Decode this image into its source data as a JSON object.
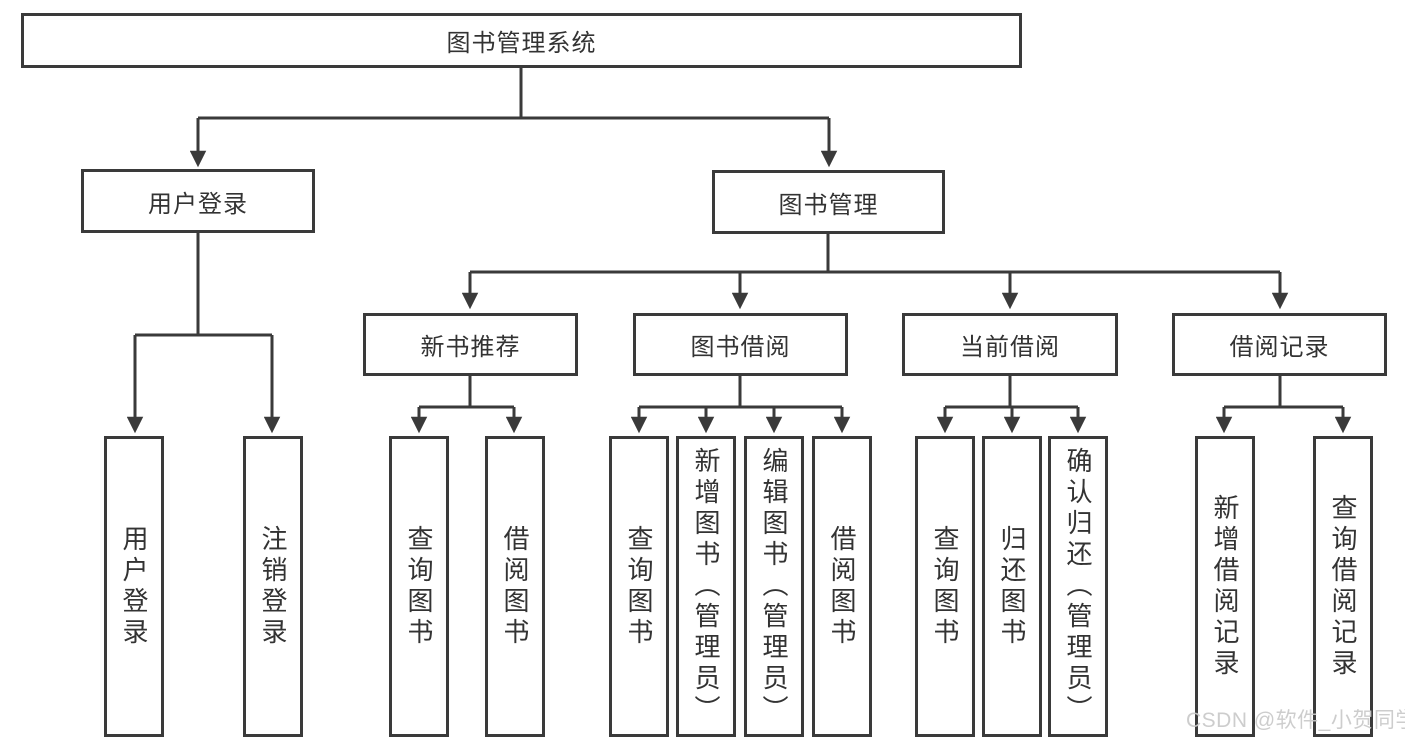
{
  "colors": {
    "line": "#3a3a3a",
    "text": "#333333",
    "background": "#ffffff",
    "watermark": "#c9c9c9"
  },
  "watermark": {
    "text": "CSDN @软件_小贺同学"
  },
  "diagram": {
    "type": "tree",
    "root": {
      "label": "图书管理系统"
    },
    "level2": {
      "user_login": {
        "label": "用户登录"
      },
      "book_management": {
        "label": "图书管理"
      }
    },
    "level3": {
      "new_book_recommend": {
        "label": "新书推荐",
        "parent": "图书管理"
      },
      "book_borrow": {
        "label": "图书借阅",
        "parent": "图书管理"
      },
      "current_borrow": {
        "label": "当前借阅",
        "parent": "图书管理"
      },
      "borrow_record": {
        "label": "借阅记录",
        "parent": "图书管理"
      }
    },
    "leaves": {
      "user_login": [
        "用户登录",
        "注销登录"
      ],
      "new_book_recommend": [
        "查询图书",
        "借阅图书"
      ],
      "book_borrow": [
        "查询图书",
        "新增图书（管理员）",
        "编辑图书（管理员）",
        "借阅图书"
      ],
      "current_borrow": [
        "查询图书",
        "归还图书",
        "确认归还（管理员）"
      ],
      "borrow_record": [
        "新增借阅记录",
        "查询借阅记录"
      ]
    }
  }
}
